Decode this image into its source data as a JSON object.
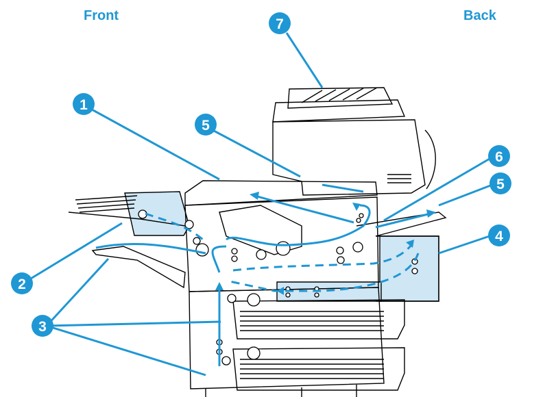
{
  "labels": {
    "front": "Front",
    "back": "Back"
  },
  "callouts": [
    {
      "id": "c1",
      "number": "1"
    },
    {
      "id": "c2",
      "number": "2"
    },
    {
      "id": "c3",
      "number": "3"
    },
    {
      "id": "c4",
      "number": "4"
    },
    {
      "id": "c5a",
      "number": "5"
    },
    {
      "id": "c5b",
      "number": "5"
    },
    {
      "id": "c6",
      "number": "6"
    },
    {
      "id": "c7",
      "number": "7"
    }
  ],
  "colors": {
    "accent": "#1f97d4",
    "callout_fill": "#1f97d4",
    "callout_text": "#ffffff",
    "shaded_area": "#cfe6f4",
    "line": "#000000"
  }
}
